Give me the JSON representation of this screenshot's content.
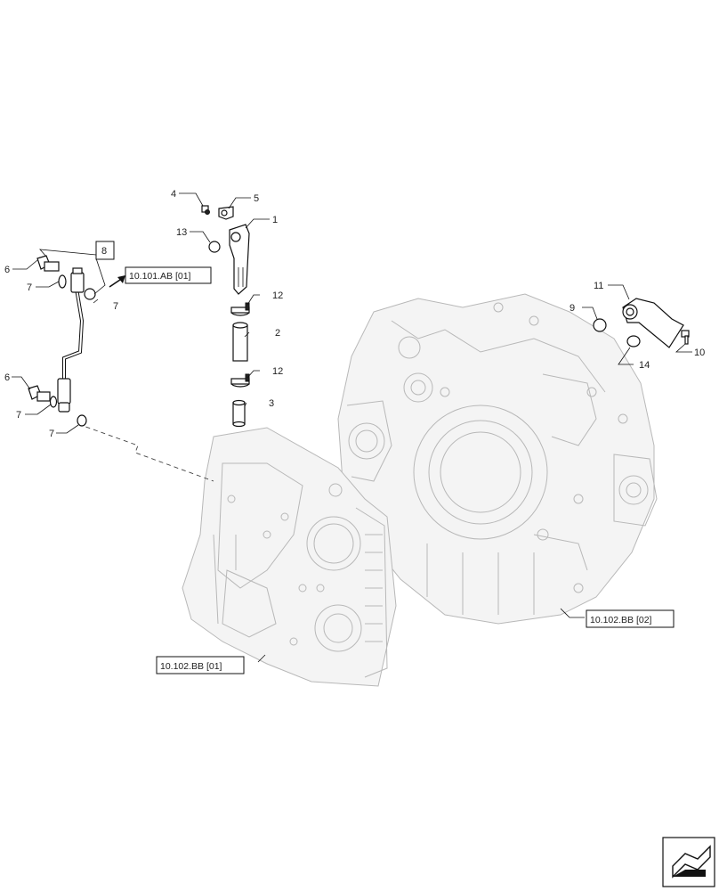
{
  "callouts": {
    "c1": "1",
    "c2": "2",
    "c3": "3",
    "c4": "4",
    "c5": "5",
    "c6a": "6",
    "c6b": "6",
    "c7a": "7",
    "c7b": "7",
    "c7c": "7",
    "c7d": "7",
    "c8": "8",
    "c9": "9",
    "c10": "10",
    "c11": "11",
    "c12a": "12",
    "c12b": "12",
    "c13": "13",
    "c14": "14"
  },
  "references": {
    "ref_101_ab": "10.101.AB [01]",
    "ref_102_bb_01": "10.102.BB [01]",
    "ref_102_bb_02": "10.102.BB [02]"
  },
  "nav_icon": "next-page-arrow-icon"
}
